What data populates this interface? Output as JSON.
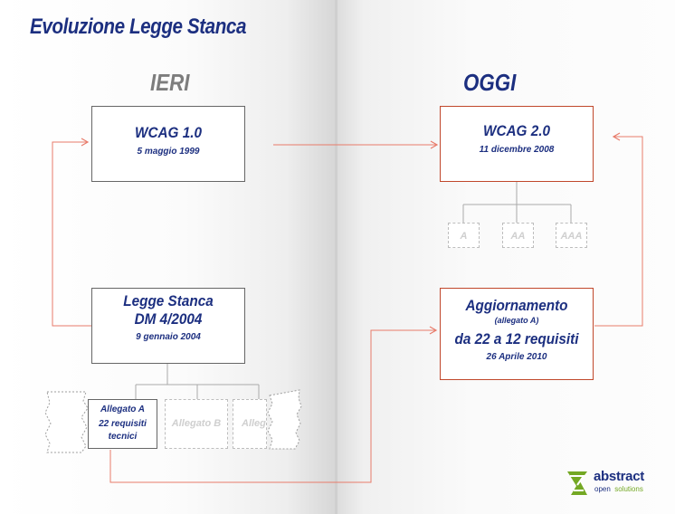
{
  "title": "Evoluzione Legge Stanca",
  "left": {
    "heading": "IERI",
    "wcag": {
      "title": "WCAG 1.0",
      "date": "5 maggio 1999"
    },
    "legge": {
      "line1": "Legge Stanca",
      "line2": "DM 4/2004",
      "date": "9 gennaio 2004"
    },
    "allegati": [
      {
        "label": "Allegato A",
        "detail1": "22 requisiti",
        "detail2": "tecnici"
      },
      {
        "label": "Allegato B"
      },
      {
        "label": "Alleg"
      }
    ]
  },
  "right": {
    "heading": "OGGI",
    "wcag": {
      "title": "WCAG 2.0",
      "date": "11 dicembre 2008"
    },
    "levels": [
      "A",
      "AA",
      "AAA"
    ],
    "aggiornamento": {
      "title": "Aggiornamento",
      "note": "(allegato A)",
      "subtitle": "da 22 a 12 requisiti",
      "date": "26 Aprile 2010"
    }
  },
  "logo": {
    "name": "abstract",
    "tag1": "open",
    "tag2": "solutions"
  },
  "colors": {
    "navy": "#1c2f80",
    "connector": "#e87b6a",
    "red_border": "#c0472b",
    "gray": "#7d7d7d"
  }
}
